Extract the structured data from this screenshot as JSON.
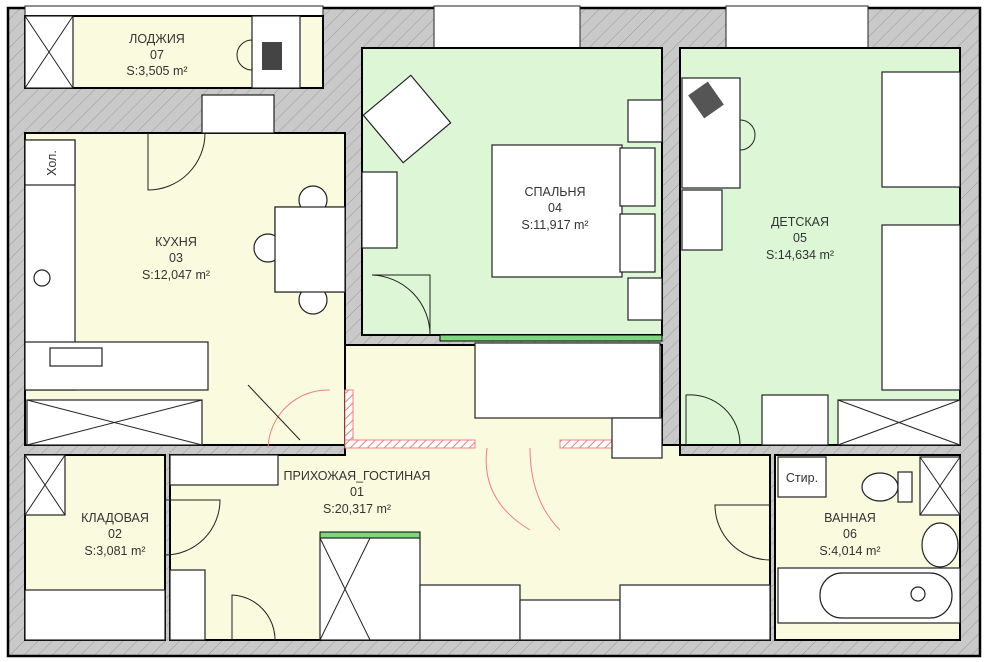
{
  "plan": {
    "colors": {
      "dry_room": "#fafade",
      "living_room": "#dcf6d6",
      "wall": "#c9c9c9",
      "demolition": "#f08080"
    },
    "rooms": [
      {
        "name": "ЛОДЖИЯ",
        "number": "07",
        "area": "S:3,505 m²"
      },
      {
        "name": "КУХНЯ",
        "number": "03",
        "area": "S:12,047 m²"
      },
      {
        "name": "СПАЛЬНЯ",
        "number": "04",
        "area": "S:11,917 m²"
      },
      {
        "name": "ДЕТСКАЯ",
        "number": "05",
        "area": "S:14,634 m²"
      },
      {
        "name": "ПРИХОЖАЯ_ГОСТИНАЯ",
        "number": "01",
        "area": "S:20,317 m²"
      },
      {
        "name": "КЛАДОВАЯ",
        "number": "02",
        "area": "S:3,081 m²"
      },
      {
        "name": "ВАННАЯ",
        "number": "06",
        "area": "S:4,014 m²"
      }
    ],
    "appliances": {
      "fridge": "Хол.",
      "washer": "Стир."
    }
  }
}
